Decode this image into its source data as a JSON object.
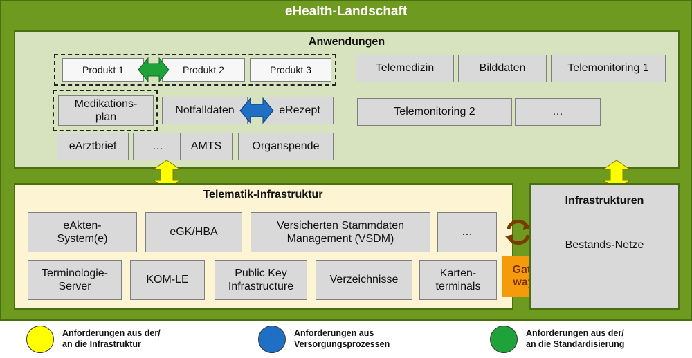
{
  "title": "eHealth-Landschaft",
  "anwendungen": {
    "header": "Anwendungen",
    "produkt1": "Produkt 1",
    "produkt2": "Produkt 2",
    "produkt3": "Produkt 3",
    "telemedizin": "Telemedizin",
    "bilddaten": "Bilddaten",
    "telemonitoring1": "Telemonitoring 1",
    "medikationsplan_l1": "Medikations-",
    "medikationsplan_l2": "plan",
    "notfalldaten": "Notfalldaten",
    "erezept": "eRezept",
    "telemonitoring2": "Telemonitoring 2",
    "ellipsis_right": "…",
    "earztbrief": "eArztbrief",
    "ellipsis_left": "…",
    "amts": "AMTS",
    "organspende": "Organspende"
  },
  "ti": {
    "header": "Telematik-Infrastruktur",
    "eakten_l1": "eAkten-",
    "eakten_l2": "System(e)",
    "egk": "eGK/HBA",
    "vsdm_l1": "Versicherten Stammdaten",
    "vsdm_l2": "Management (VSDM)",
    "ellipsis": "…",
    "termino_l1": "Terminologie-",
    "termino_l2": "Server",
    "komle": "KOM-LE",
    "pki_l1": "Public Key",
    "pki_l2": "Infrastructure",
    "verzeichnisse": "Verzeichnisse",
    "karten_l1": "Karten-",
    "karten_l2": "terminals"
  },
  "gateways": {
    "l1": "Gate-",
    "l2": "ways"
  },
  "infra": {
    "header": "Infrastrukturen",
    "bestand": "Bestands-Netze"
  },
  "legend": [
    {
      "l1": "Anforderungen aus der/",
      "l2": "an die Infrastruktur",
      "color": "#ffff00"
    },
    {
      "l1": "Anforderungen aus",
      "l2": "Versorgungsprozessen",
      "color": "#1f6fc5"
    },
    {
      "l1": "Anforderungen aus der/",
      "l2": "an die Standardisierung",
      "color": "#1fa23a"
    }
  ],
  "colors": {
    "frame_green": "#6d9a1f",
    "app_panel": "#d7e2be",
    "ti_panel": "#fcf4d2",
    "box_gray": "#d9d9d9",
    "gateway_orange": "#f59a0b",
    "arrow_yellow": "#ffff00",
    "arrow_blue": "#1f6fc5",
    "arrow_green": "#1fa23a"
  }
}
